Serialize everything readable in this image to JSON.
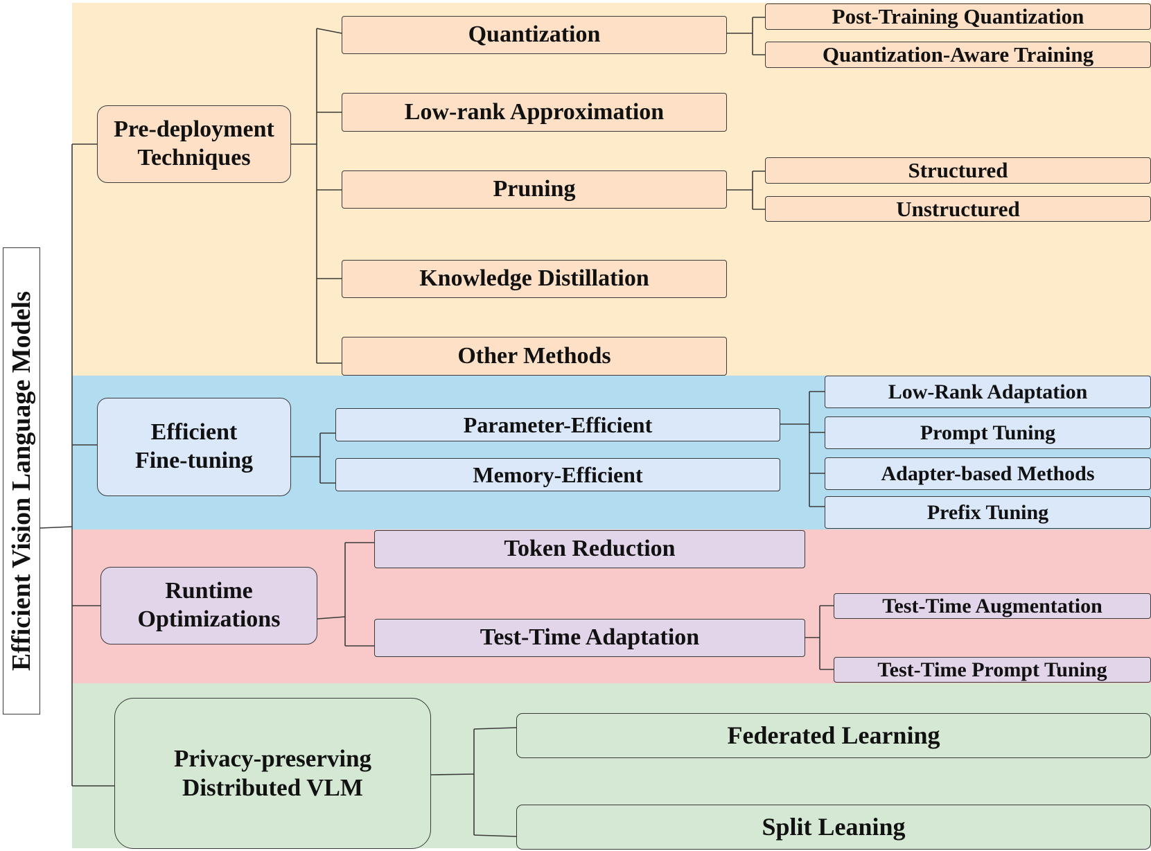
{
  "root": "Efficient Vision Language Models",
  "pre_deployment": {
    "title_line1": "Pre-deployment",
    "title_line2": "Techniques",
    "methods": {
      "quantization": "Quantization",
      "low_rank": "Low-rank Approximation",
      "pruning": "Pruning",
      "distillation": "Knowledge Distillation",
      "other": "Other Methods"
    },
    "quantization_types": {
      "ptq": "Post-Training Quantization",
      "qat": "Quantization-Aware Training"
    },
    "pruning_types": {
      "structured": "Structured",
      "unstructured": "Unstructured"
    }
  },
  "fine_tuning": {
    "title_line1": "Efficient",
    "title_line2": "Fine-tuning",
    "parameter_efficient": "Parameter-Efficient",
    "memory_efficient": "Memory-Efficient",
    "peft_methods": {
      "lora": "Low-Rank Adaptation",
      "prompt": "Prompt Tuning",
      "adapter": "Adapter-based Methods",
      "prefix": "Prefix Tuning"
    }
  },
  "runtime": {
    "title_line1": "Runtime",
    "title_line2": "Optimizations",
    "token_reduction": "Token Reduction",
    "tta": "Test-Time Adaptation",
    "tta_methods": {
      "augmentation": "Test-Time Augmentation",
      "prompt_tuning": "Test-Time Prompt Tuning"
    }
  },
  "privacy": {
    "title_line1": "Privacy-preserving",
    "title_line2": "Distributed VLM",
    "federated": "Federated Learning",
    "split": "Split Leaning"
  }
}
